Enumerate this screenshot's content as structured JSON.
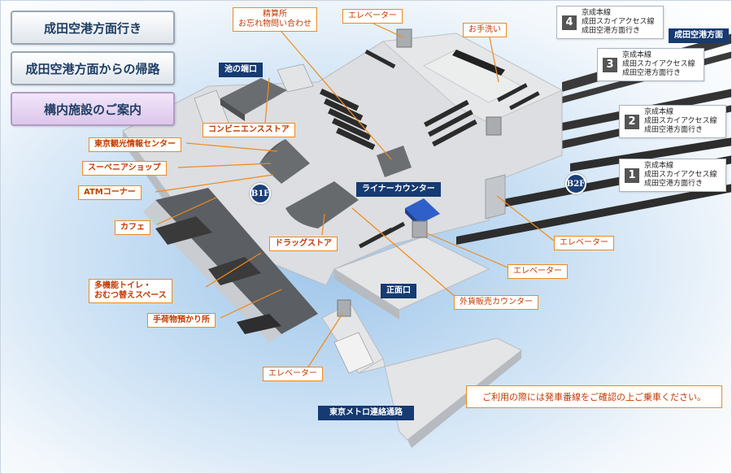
{
  "menu": {
    "to_airport": "成田空港方面行き",
    "from_airport": "成田空港方面からの帰路",
    "facilities": "構内施設のご案内"
  },
  "floors": {
    "b1f": "B1F",
    "b2f": "B2F"
  },
  "labels": {
    "seisanjo": [
      "精算所",
      "お忘れ物問い合わせ"
    ],
    "elevator": "エレベーター",
    "otearai": "お手洗い",
    "ike_exit": "池の端口",
    "convenience": "コンビニエンスストア",
    "tourism": "東京観光情報センター",
    "souvenir": "スーベニアショップ",
    "atm": "ATMコーナー",
    "cafe": "カフェ",
    "toilet": [
      "多機能トイレ・",
      "おむつ替えスペース"
    ],
    "baggage": "手荷物預かり所",
    "drugstore": "ドラッグストア",
    "liner": "ライナーカウンター",
    "main_gate": "正面口",
    "exchange": "外貨販売カウンター",
    "metro": "東京メトロ連絡通路",
    "airport_dir": "成田空港方面"
  },
  "tracks": [
    {
      "num": "4",
      "lines": [
        "京成本線",
        "成田スカイアクセス線",
        "成田空港方面行き"
      ]
    },
    {
      "num": "3",
      "lines": [
        "京成本線",
        "成田スカイアクセス線",
        "成田空港方面行き"
      ]
    },
    {
      "num": "2",
      "lines": [
        "京成本線",
        "成田スカイアクセス線",
        "成田空港方面行き"
      ]
    },
    {
      "num": "1",
      "lines": [
        "京成本線",
        "成田スカイアクセス線",
        "成田空港方面行き"
      ]
    }
  ],
  "notice": "ご利用の際には発車番線をご確認の上ご乗車ください。",
  "colors": {
    "navy": "#163a72",
    "orange": "#f08a1d",
    "label_text": "#c33a00",
    "liner_counter": "#2f5fc8"
  }
}
